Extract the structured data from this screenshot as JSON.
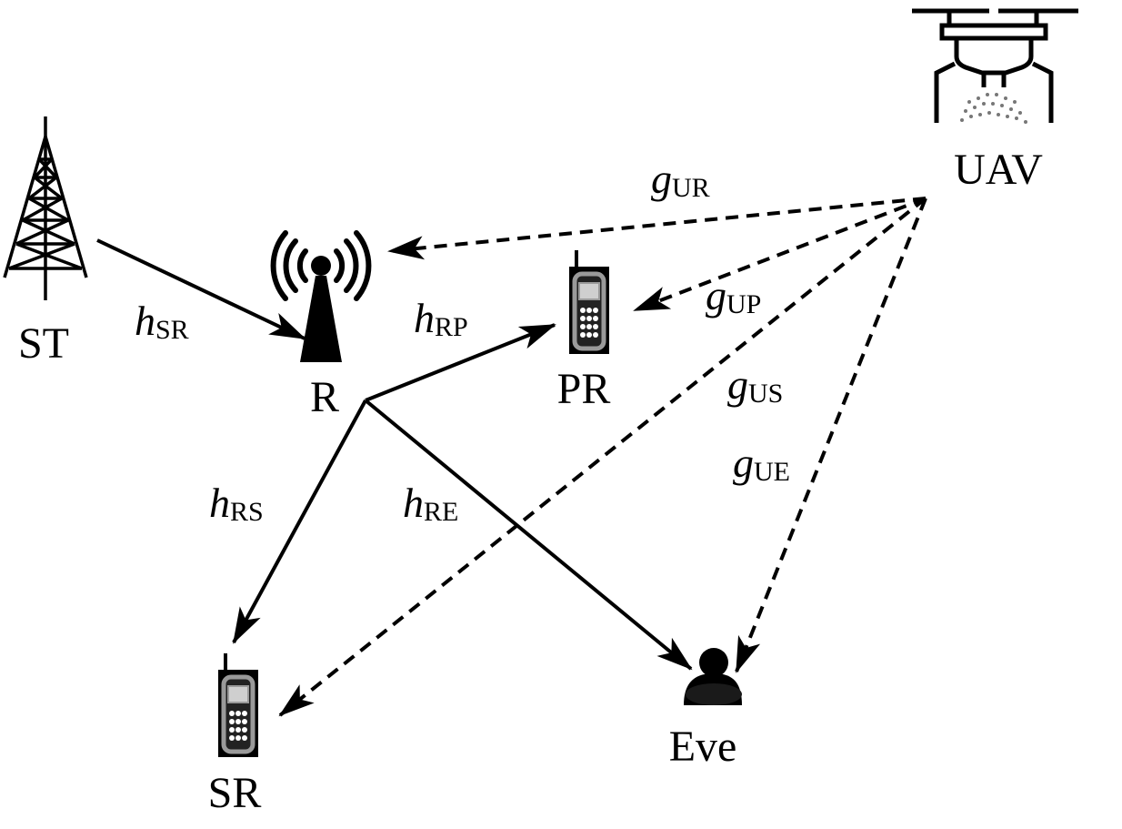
{
  "nodes": {
    "st": {
      "label": "ST",
      "icon": "transmission-tower-icon"
    },
    "r": {
      "label": "R",
      "icon": "relay-antenna-icon"
    },
    "pr": {
      "label": "PR",
      "icon": "mobile-phone-icon"
    },
    "sr": {
      "label": "SR",
      "icon": "mobile-phone-icon"
    },
    "eve": {
      "label": "Eve",
      "icon": "eavesdropper-person-icon"
    },
    "uav": {
      "label": "UAV",
      "icon": "uav-drone-icon"
    }
  },
  "links": {
    "h_sr": {
      "sym": "h",
      "sub": "SR"
    },
    "h_rp": {
      "sym": "h",
      "sub": "RP"
    },
    "h_rs": {
      "sym": "h",
      "sub": "RS"
    },
    "h_re": {
      "sym": "h",
      "sub": "RE"
    },
    "g_ur": {
      "sym": "g",
      "sub": "UR"
    },
    "g_up": {
      "sym": "g",
      "sub": "UP"
    },
    "g_us": {
      "sym": "g",
      "sub": "US"
    },
    "g_ue": {
      "sym": "g",
      "sub": "UE"
    }
  },
  "colors": {
    "ink": "#000000",
    "phone_outline": "#9a9a9a"
  }
}
